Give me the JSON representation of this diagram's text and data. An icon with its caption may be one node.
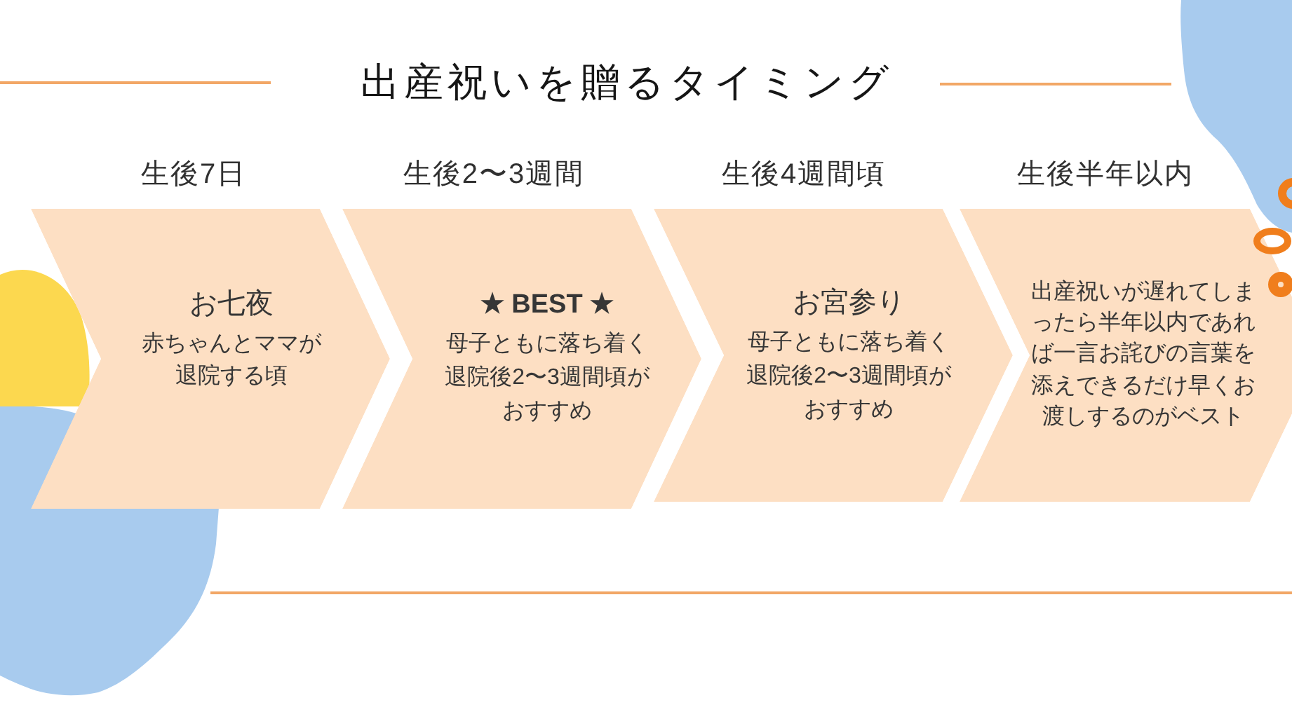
{
  "diagram": {
    "title": "出産祝いを贈るタイミング",
    "nodes": [
      {
        "text": [
          "お七夜",
          "赤ちゃんとママが退院する頃"
        ],
        "beside": [
          "生後7日"
        ]
      },
      {
        "text": [
          "★ BEST ★",
          "母子ともに落ち着く退院後2〜3週間頃がおすすめ"
        ],
        "beside": [
          "生後2〜3週間"
        ]
      },
      {
        "text": [
          "お宮参り",
          "母子ともに落ち着く退院後2〜3週間頃がおすすめ"
        ],
        "beside": [
          "生後4週間頃"
        ]
      },
      {
        "text": [
          "出産祝いが遅れてしまったら半年以内であれば一言お詫びの言葉を添えできるだけ早くお渡しするのがベスト"
        ],
        "beside": [
          "生後半年以内"
        ]
      }
    ]
  }
}
